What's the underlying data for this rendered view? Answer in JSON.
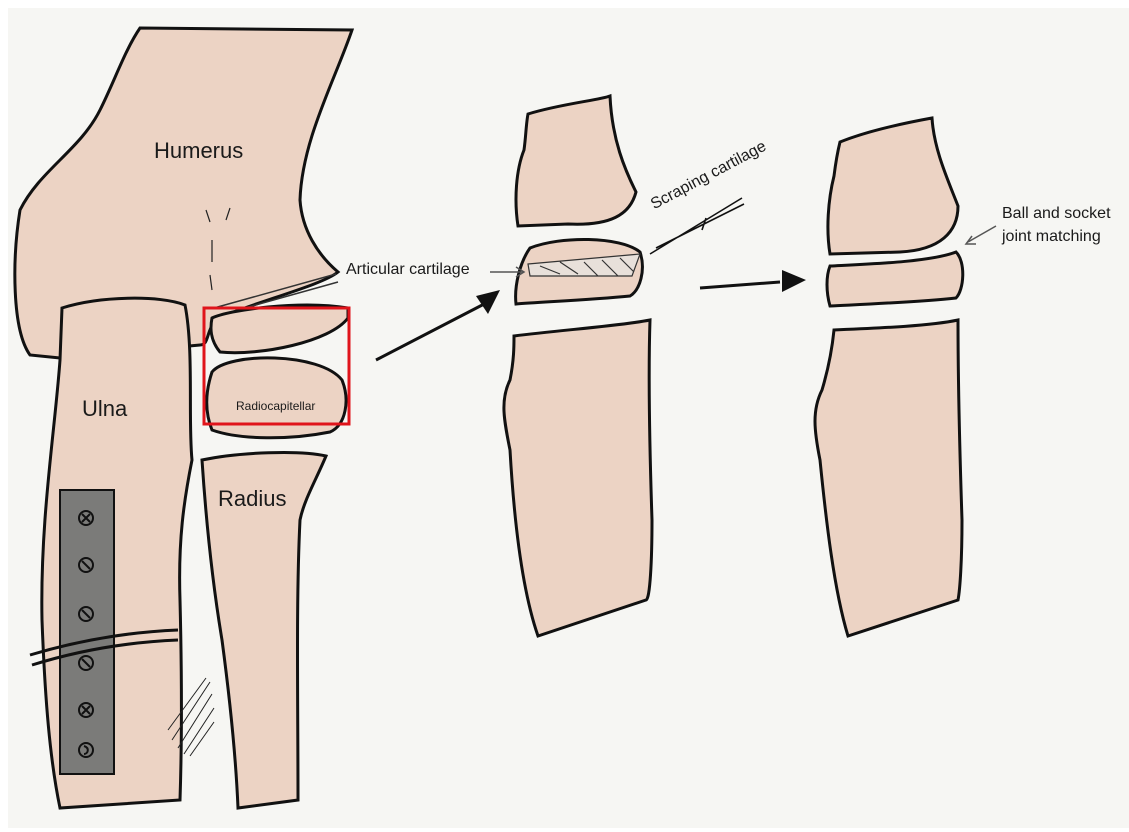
{
  "labels": {
    "humerus": "Humerus",
    "ulna": "Ulna",
    "radius": "Radius",
    "radiocapitellar": "Radiocapitellar",
    "articular_cartilage": "Articular cartilage",
    "scraping_cartilage": "Scraping cartilage",
    "ball_socket_line1": "Ball and socket",
    "ball_socket_line2": "joint matching"
  },
  "colors": {
    "bone_fill": "#ecd3c4",
    "outline": "#111111",
    "plate_fill": "#7b7b79",
    "highlight_box": "#e0141b",
    "background": "#f6f6f3"
  }
}
